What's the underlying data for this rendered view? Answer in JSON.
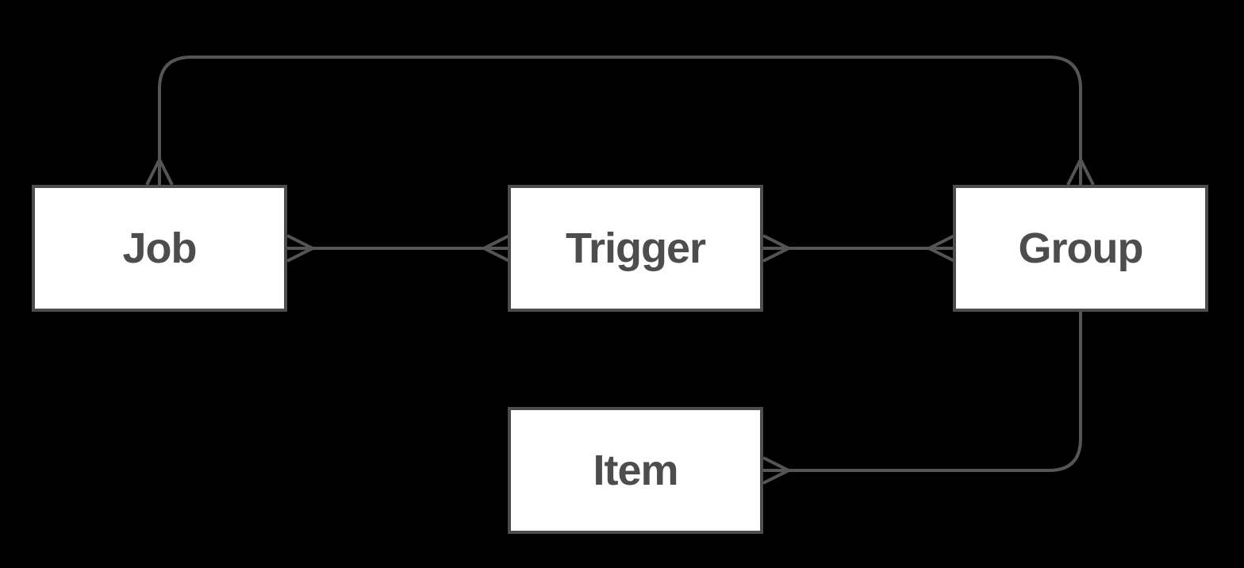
{
  "diagram": {
    "type": "entity-relationship",
    "colors": {
      "background": "#000000",
      "connector_line": "#555555",
      "box_fill": "#ffffff",
      "box_border": "#4d4d4d",
      "label_text": "#4d4d4d"
    },
    "entities": [
      {
        "id": "job",
        "label": "Job"
      },
      {
        "id": "trigger",
        "label": "Trigger"
      },
      {
        "id": "group",
        "label": "Group"
      },
      {
        "id": "item",
        "label": "Item"
      }
    ],
    "relationships": [
      {
        "from": "job",
        "to": "trigger",
        "from_marker": "crow-foot-many",
        "to_marker": "crow-foot-many",
        "route": "straight-horizontal"
      },
      {
        "from": "trigger",
        "to": "group",
        "from_marker": "crow-foot-many",
        "to_marker": "crow-foot-many",
        "route": "straight-horizontal"
      },
      {
        "from": "job",
        "to": "group",
        "from_marker": "crow-foot-many",
        "to_marker": "crow-foot-many",
        "route": "orthogonal-over-top"
      },
      {
        "from": "item",
        "to": "group",
        "from_marker": "crow-foot-many",
        "to_marker": "none",
        "route": "orthogonal-right-up"
      }
    ]
  }
}
